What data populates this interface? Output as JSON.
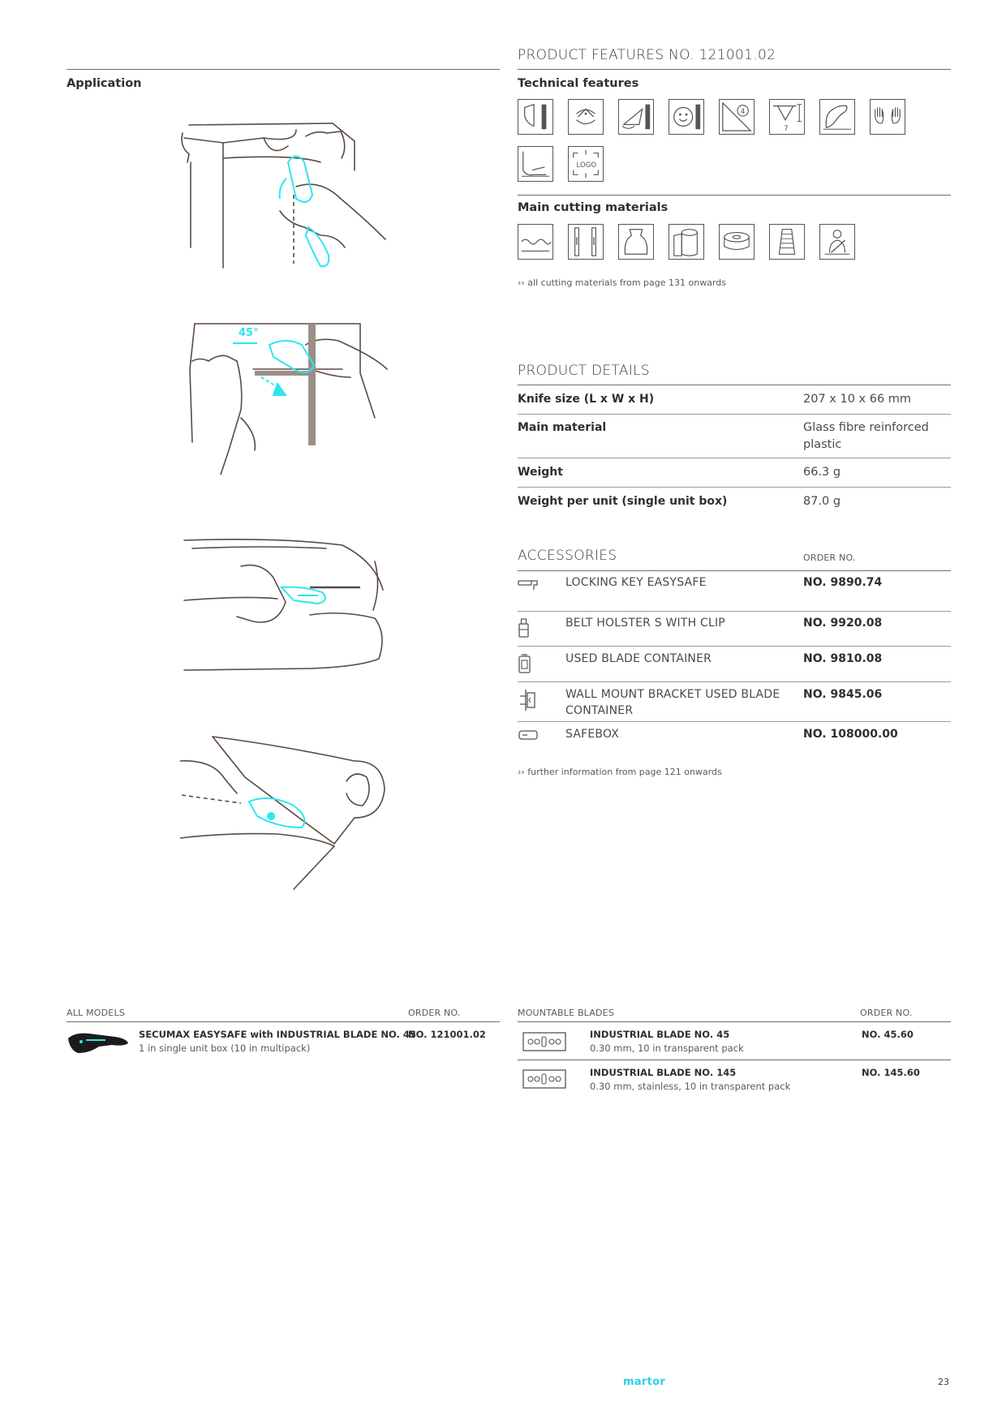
{
  "features_heading": "PRODUCT FEATURES NO. 121001.02",
  "application_heading": "Application",
  "technical_heading": "Technical features",
  "technical_icons": [
    "shield-icon",
    "rotate-blade-icon",
    "blade-change-icon",
    "smiley-icon",
    "blade-depth-4-icon",
    "cutting-depth-7-icon",
    "left-hand-icon",
    "both-hands-icon",
    "blade-holder-icon",
    "logo-icon"
  ],
  "logo_icon_text": "LOGO",
  "depth_value_4": "4",
  "depth_value_7": "7",
  "materials_heading": "Main cutting materials",
  "material_icons": [
    "corrugated-cardboard-icon",
    "straps-icon",
    "bag-icon",
    "paper-roll-icon",
    "tape-roll-icon",
    "yarn-cone-icon",
    "safety-belt-icon"
  ],
  "materials_note": "›› all cutting materials from page 131 onwards",
  "application_angle": "45°",
  "details": {
    "heading": "PRODUCT DETAILS",
    "rows": [
      {
        "label": "Knife size (L x W x H)",
        "value": "207 x 10 x 66 mm"
      },
      {
        "label": "Main material",
        "value": "Glass fibre reinforced plastic"
      },
      {
        "label": "Weight",
        "value": "66.3 g"
      },
      {
        "label": "Weight per unit (single unit box)",
        "value": "87.0 g"
      }
    ]
  },
  "accessories": {
    "heading": "ACCESSORIES",
    "order_no_label": "ORDER NO.",
    "items": [
      {
        "icon": "locking-key-icon",
        "name": "LOCKING KEY EASYSAFE",
        "no": "NO. 9890.74"
      },
      {
        "icon": "belt-holster-icon",
        "name": "BELT HOLSTER S WITH CLIP",
        "no": "NO. 9920.08"
      },
      {
        "icon": "blade-container-icon",
        "name": "USED BLADE CONTAINER",
        "no": "NO. 9810.08"
      },
      {
        "icon": "wall-mount-icon",
        "name": "WALL MOUNT BRACKET USED BLADE CONTAINER",
        "no": "NO. 9845.06"
      },
      {
        "icon": "safebox-icon",
        "name": "SAFEBOX",
        "no": "NO. 108000.00"
      }
    ],
    "note": "›› further information from page 121 onwards"
  },
  "all_models": {
    "heading": "ALL MODELS",
    "order_no_label": "ORDER NO.",
    "items": [
      {
        "name": "SECUMAX EASYSAFE with INDUSTRIAL BLADE NO. 45",
        "desc": "1 in single unit box (10 in multipack)",
        "no": "NO. 121001.02"
      }
    ]
  },
  "blades": {
    "heading": "MOUNTABLE BLADES",
    "order_no_label": "ORDER NO.",
    "items": [
      {
        "name": "INDUSTRIAL BLADE NO. 45",
        "desc": "0.30 mm, 10 in transparent pack",
        "no": "NO. 45.60"
      },
      {
        "name": "INDUSTRIAL BLADE NO. 145",
        "desc": "0.30 mm, stainless, 10 in transparent pack",
        "no": "NO. 145.60"
      }
    ]
  },
  "brand": "martor",
  "page_number": "23",
  "colors": {
    "accent": "#2ee6f0",
    "brand": "#2fd0de",
    "line_art": "#5b4a42",
    "text": "#3a3a3a"
  }
}
